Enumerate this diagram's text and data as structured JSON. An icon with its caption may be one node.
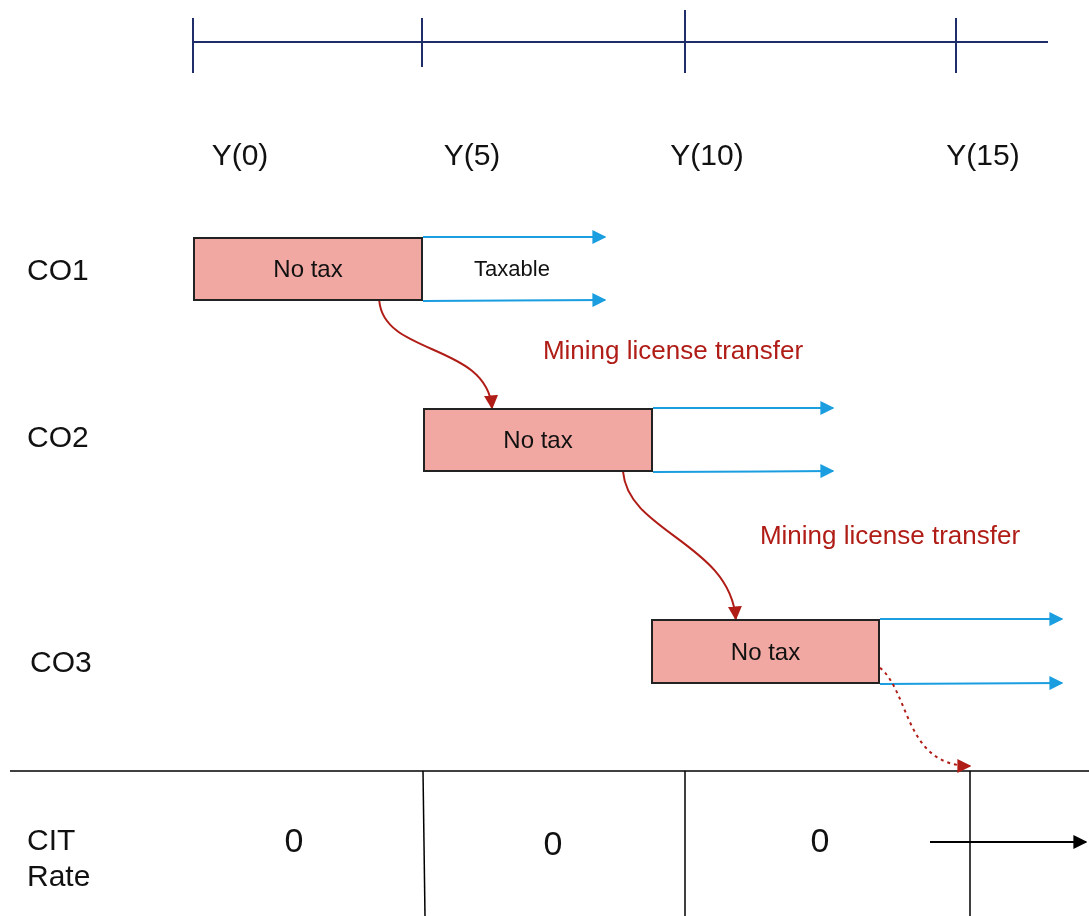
{
  "diagram": {
    "nodes": [
      {
        "text": [
          "No tax"
        ]
      },
      {
        "text": [
          "No tax"
        ]
      },
      {
        "text": [
          "No tax"
        ]
      }
    ],
    "edges": [
      {
        "from": 0,
        "to": null,
        "arrow": "to"
      },
      {
        "from": 0,
        "to": null,
        "arrow": "to"
      },
      {
        "from": 0,
        "to": 1,
        "arrow": "to",
        "label": "Mining license transfer",
        "color": "#b01c16"
      },
      {
        "from": 1,
        "to": null,
        "arrow": "to"
      },
      {
        "from": 1,
        "to": null,
        "arrow": "to"
      },
      {
        "from": 1,
        "to": 2,
        "arrow": "to",
        "label": "Mining license transfer",
        "color": "#b01c16"
      },
      {
        "from": 2,
        "to": null,
        "arrow": "to"
      },
      {
        "from": 2,
        "to": null,
        "arrow": "to"
      },
      {
        "from": 2,
        "to": null,
        "arrow": "to",
        "style": "dashed",
        "color": "#b01c16"
      }
    ],
    "labels": [
      "Y(0)",
      "Y(5)",
      "Y(10)",
      "Y(15)",
      "CO1",
      "Taxable",
      "CO2",
      "CO3",
      "CIT Rate",
      "0",
      "0",
      "0"
    ]
  }
}
